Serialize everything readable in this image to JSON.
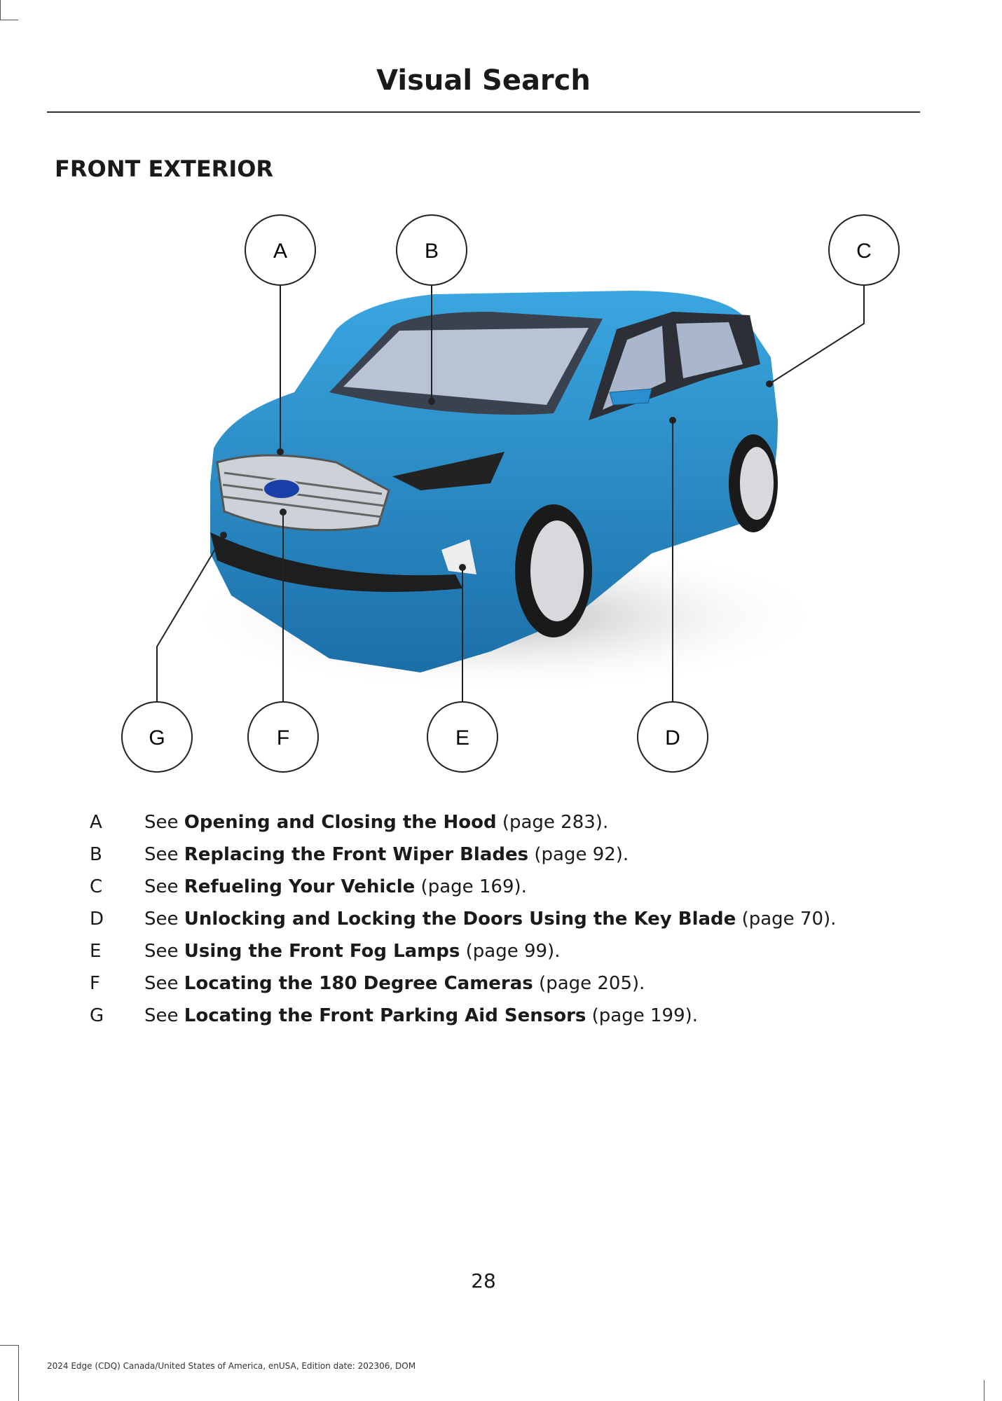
{
  "header": {
    "title": "Visual Search"
  },
  "section": {
    "heading": "FRONT EXTERIOR"
  },
  "callouts": [
    "A",
    "B",
    "C",
    "D",
    "E",
    "F",
    "G"
  ],
  "legend": [
    {
      "key": "A",
      "prefix": "See ",
      "link": "Opening and Closing the Hood",
      "suffix": " (page 283)."
    },
    {
      "key": "B",
      "prefix": "See ",
      "link": "Replacing the Front Wiper Blades",
      "suffix": " (page 92)."
    },
    {
      "key": "C",
      "prefix": "See ",
      "link": "Refueling Your Vehicle",
      "suffix": " (page 169)."
    },
    {
      "key": "D",
      "prefix": "See ",
      "link": "Unlocking and Locking the Doors Using the Key Blade",
      "suffix": " (page 70)."
    },
    {
      "key": "E",
      "prefix": "See ",
      "link": "Using the Front Fog Lamps",
      "suffix": " (page 99)."
    },
    {
      "key": "F",
      "prefix": "See ",
      "link": "Locating the 180 Degree Cameras",
      "suffix": " (page 205)."
    },
    {
      "key": "G",
      "prefix": "See ",
      "link": "Locating the Front Parking Aid Sensors",
      "suffix": " (page 199)."
    }
  ],
  "footer": {
    "page_number": "28",
    "edition": "2024 Edge (CDQ) Canada/United States of America, enUSA, Edition date: 202306, DOM"
  },
  "colors": {
    "car_body": "#2a8fcf",
    "text": "#1a1a1a"
  }
}
